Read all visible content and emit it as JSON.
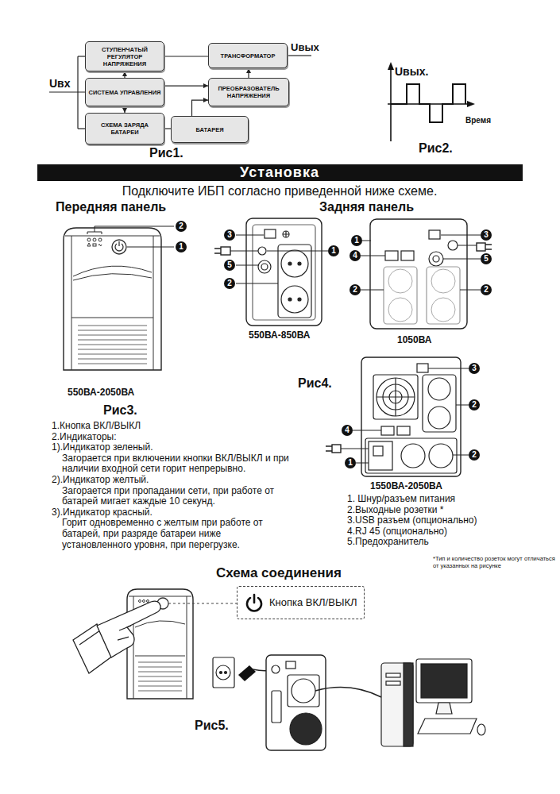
{
  "diagram": {
    "title": "Установка",
    "nodes": [
      {
        "text": [
          "СТУПЕНЧАТЫЙ РЕГУЛЯТОР НАПРЯЖЕНИЯ"
        ]
      },
      {
        "text": [
          "ТРАНСФОРМАТОР"
        ]
      },
      {
        "text": [
          "СИСТЕМА УПРАВЛЕНИЯ"
        ]
      },
      {
        "text": [
          "ПРЕОБРАЗОВАТЕЛЬ НАПРЯЖЕНИЯ"
        ]
      },
      {
        "text": [
          "СХЕМА ЗАРЯДА БАТАРЕИ"
        ]
      },
      {
        "text": [
          "БАТАРЕЯ"
        ]
      },
      {
        "text": [
          "Кнопка ВКЛ/ВЫКЛ"
        ]
      }
    ],
    "edges": [
      {
        "from": 2,
        "to": 0,
        "arrow": "to"
      },
      {
        "from": 2,
        "to": 4,
        "arrow": "to"
      },
      {
        "from": 0,
        "to": 1,
        "arrow": "none"
      },
      {
        "from": 2,
        "to": 3,
        "arrow": "to"
      },
      {
        "from": 4,
        "to": 5,
        "arrow": "none"
      },
      {
        "from": 5,
        "to": 3,
        "arrow": "to"
      },
      {
        "from": 3,
        "to": 1,
        "arrow": "to"
      }
    ],
    "labels": [
      "Uвх",
      "Uвых",
      "Рис1.",
      "Uвых.",
      "Время",
      "Рис2.",
      "Подключите ИБП согласно приведенной ниже схеме.",
      "Передняя панель",
      "Задняя панель",
      "2",
      "1",
      "3",
      "1",
      "5",
      "2",
      "1",
      "3",
      "4",
      "5",
      "2",
      "2",
      "550ВА-850ВА",
      "1050ВА",
      "550ВА-2050ВА",
      "Рис4.",
      "3",
      "2",
      "4",
      "1",
      "2",
      "Рис3.",
      "1550ВА-2050ВА",
      "1.Кнопка ВКЛ/ВЫКЛ",
      "2.Индикаторы:",
      "1).Индикатор зеленый.",
      "Загорается при включении кнопки ВКЛ/ВЫКЛ и при наличии входной сети горит непрерывно.",
      "2).Индикатор желтый.",
      "Загорается при пропадании сети, при работе от батарей мигает каждые 10 секунд.",
      "3).Индикатор красный.",
      "Горит одновременно с желтым при работе от батарей, при разряде батареи ниже установленного уровня, при перегрузке.",
      "1. Шнур/разъем питания",
      "2.Выходные розетки *",
      "3.USB разъем (опционально)",
      "4.RJ 45 (опционально)",
      "5.Предохранитель",
      "*Тип и количество розеток могут отличаться от указанных на рисунке",
      "Схема соединения",
      "Рис5."
    ]
  }
}
